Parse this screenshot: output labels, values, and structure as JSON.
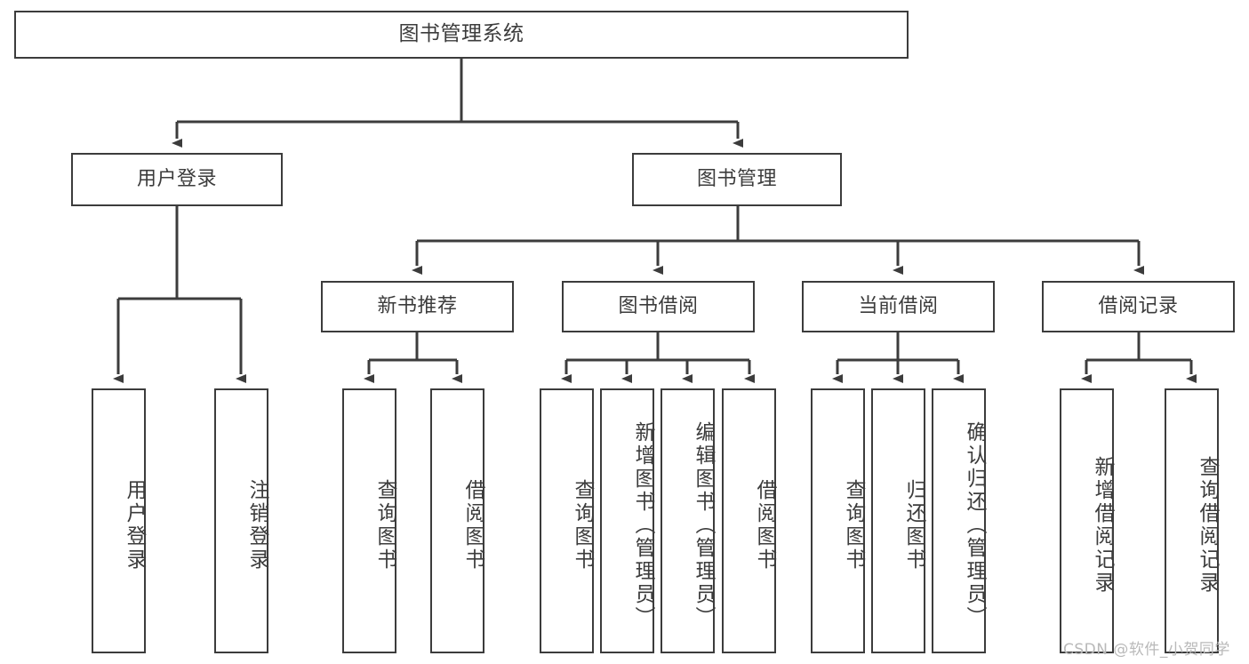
{
  "diagram": {
    "title": "图书管理系统",
    "type": "功能结构图",
    "background_color": "#ffffff",
    "line_color": "#3c3c3c",
    "root": {
      "label": "图书管理系统"
    },
    "level2": [
      {
        "label": "用户登录"
      },
      {
        "label": "图书管理"
      }
    ],
    "level3": [
      {
        "label": "新书推荐"
      },
      {
        "label": "图书借阅"
      },
      {
        "label": "当前借阅"
      },
      {
        "label": "借阅记录"
      }
    ],
    "leaves": {
      "user_login": [
        {
          "label": "用户登录"
        },
        {
          "label": "注销登录"
        }
      ],
      "new_book_recommend": [
        {
          "label": "查询图书"
        },
        {
          "label": "借阅图书"
        }
      ],
      "book_borrow": [
        {
          "label": "查询图书"
        },
        {
          "label": "新增图书（管理员）"
        },
        {
          "label": "编辑图书（管理员）"
        },
        {
          "label": "借阅图书"
        }
      ],
      "current_borrow": [
        {
          "label": "查询图书"
        },
        {
          "label": "归还图书"
        },
        {
          "label": "确认归还（管理员）"
        }
      ],
      "borrow_record": [
        {
          "label": "新增借阅记录"
        },
        {
          "label": "查询借阅记录"
        }
      ]
    },
    "watermark": "CSDN @软件_小贺同学"
  }
}
